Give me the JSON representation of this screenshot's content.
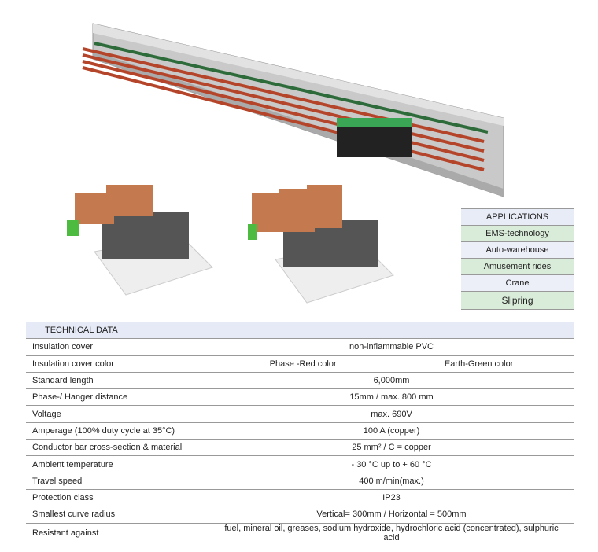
{
  "applications": {
    "title": "APPLICATIONS",
    "items": [
      "EMS-technology",
      "Auto-warehouse",
      "Amusement rides",
      "Crane",
      "Slipring"
    ]
  },
  "technical": {
    "title": "TECHNICAL DATA",
    "rows": [
      {
        "label": "Insulation cover",
        "value": "non-inflammable PVC"
      },
      {
        "label": "Insulation cover color",
        "value": "Phase -Red color",
        "value2": "Earth-Green color"
      },
      {
        "label": "Standard length",
        "value": "6,000mm"
      },
      {
        "label": "Phase-/ Hanger distance",
        "value": "15mm / max. 800 mm"
      },
      {
        "label": "Voltage",
        "value": "max. 690V"
      },
      {
        "label": "Amperage (100% duty cycle at 35°C)",
        "value": "100 A (copper)"
      },
      {
        "label": "Conductor bar cross-section & material",
        "value": "25 mm² / C = copper"
      },
      {
        "label": "Ambient temperature",
        "value": "- 30 °C up to + 60 °C"
      },
      {
        "label": "Travel speed",
        "value": "400 m/min(max.)"
      },
      {
        "label": "Protection class",
        "value": "IP23"
      },
      {
        "label": "Smallest curve radius",
        "value": "Vertical= 300mm / Horizontal = 500mm"
      },
      {
        "label": "Resistant against",
        "value": "fuel, mineral oil, greases, sodium hydroxide, hydrochloric acid (concentrated), sulphuric acid"
      }
    ]
  }
}
